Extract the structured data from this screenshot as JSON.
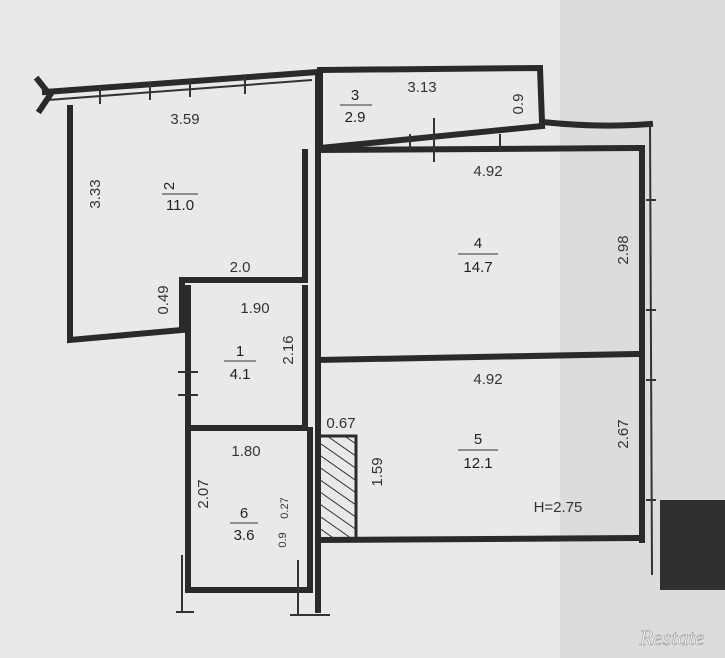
{
  "rooms": [
    {
      "id": "1",
      "number": "1",
      "area": "4.1"
    },
    {
      "id": "2",
      "number": "2",
      "area": "11.0"
    },
    {
      "id": "3",
      "number": "3",
      "area": "2.9"
    },
    {
      "id": "4",
      "number": "4",
      "area": "14.7"
    },
    {
      "id": "5",
      "number": "5",
      "area": "12.1"
    },
    {
      "id": "6",
      "number": "6",
      "area": "3.6"
    }
  ],
  "dimensions": {
    "room2_width": "3.59",
    "room2_height": "3.33",
    "room2_bottom": "2.0",
    "room2_notch": "0.49",
    "room3_width": "3.13",
    "room3_depth": "0.9",
    "room4_width": "4.92",
    "room4_depth": "2.98",
    "room1_width": "1.90",
    "room1_depth": "2.16",
    "room5_width": "4.92",
    "room5_depth": "2.67",
    "shaft_width": "0.67",
    "shaft_depth": "1.59",
    "room6_width": "1.80",
    "room6_depth": "2.07",
    "room6_niche_w": "0.27",
    "room6_niche_d": "0.9"
  },
  "ceiling_height": "H=2.75",
  "watermark": "Restate"
}
